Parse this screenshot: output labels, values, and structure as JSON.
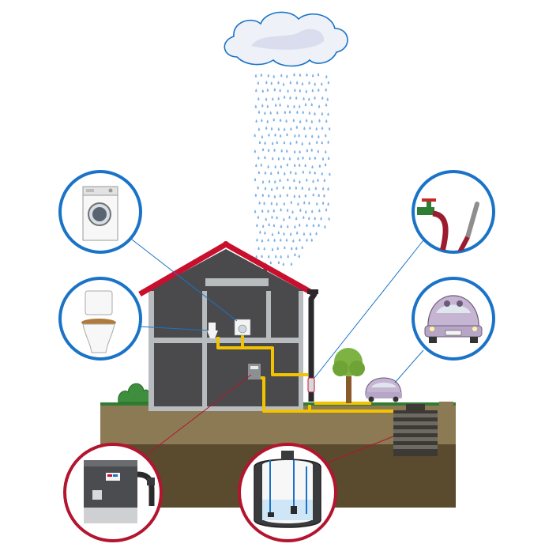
{
  "diagram": {
    "subject": "rainwater-harvesting-system",
    "colors": {
      "pipe": "#f2c300",
      "roof": "#c8102e",
      "wall": "#4a4a4c",
      "frame": "#b9bcbf",
      "grass": "#2f7d32",
      "soil_top": "#8c7a55",
      "soil_bottom": "#5a4a2e",
      "callout_blue": "#1a73c7",
      "callout_red": "#b3152f",
      "rain": "#7fb2e5"
    },
    "callouts": [
      {
        "icon": "washing-machine-icon",
        "color": "callout_blue"
      },
      {
        "icon": "toilet-icon",
        "color": "callout_blue"
      },
      {
        "icon": "garden-tap-hose-icon",
        "color": "callout_blue"
      },
      {
        "icon": "car-icon",
        "color": "callout_blue"
      },
      {
        "icon": "pump-control-unit-icon",
        "color": "callout_red"
      },
      {
        "icon": "underground-tank-icon",
        "color": "callout_red"
      }
    ]
  }
}
